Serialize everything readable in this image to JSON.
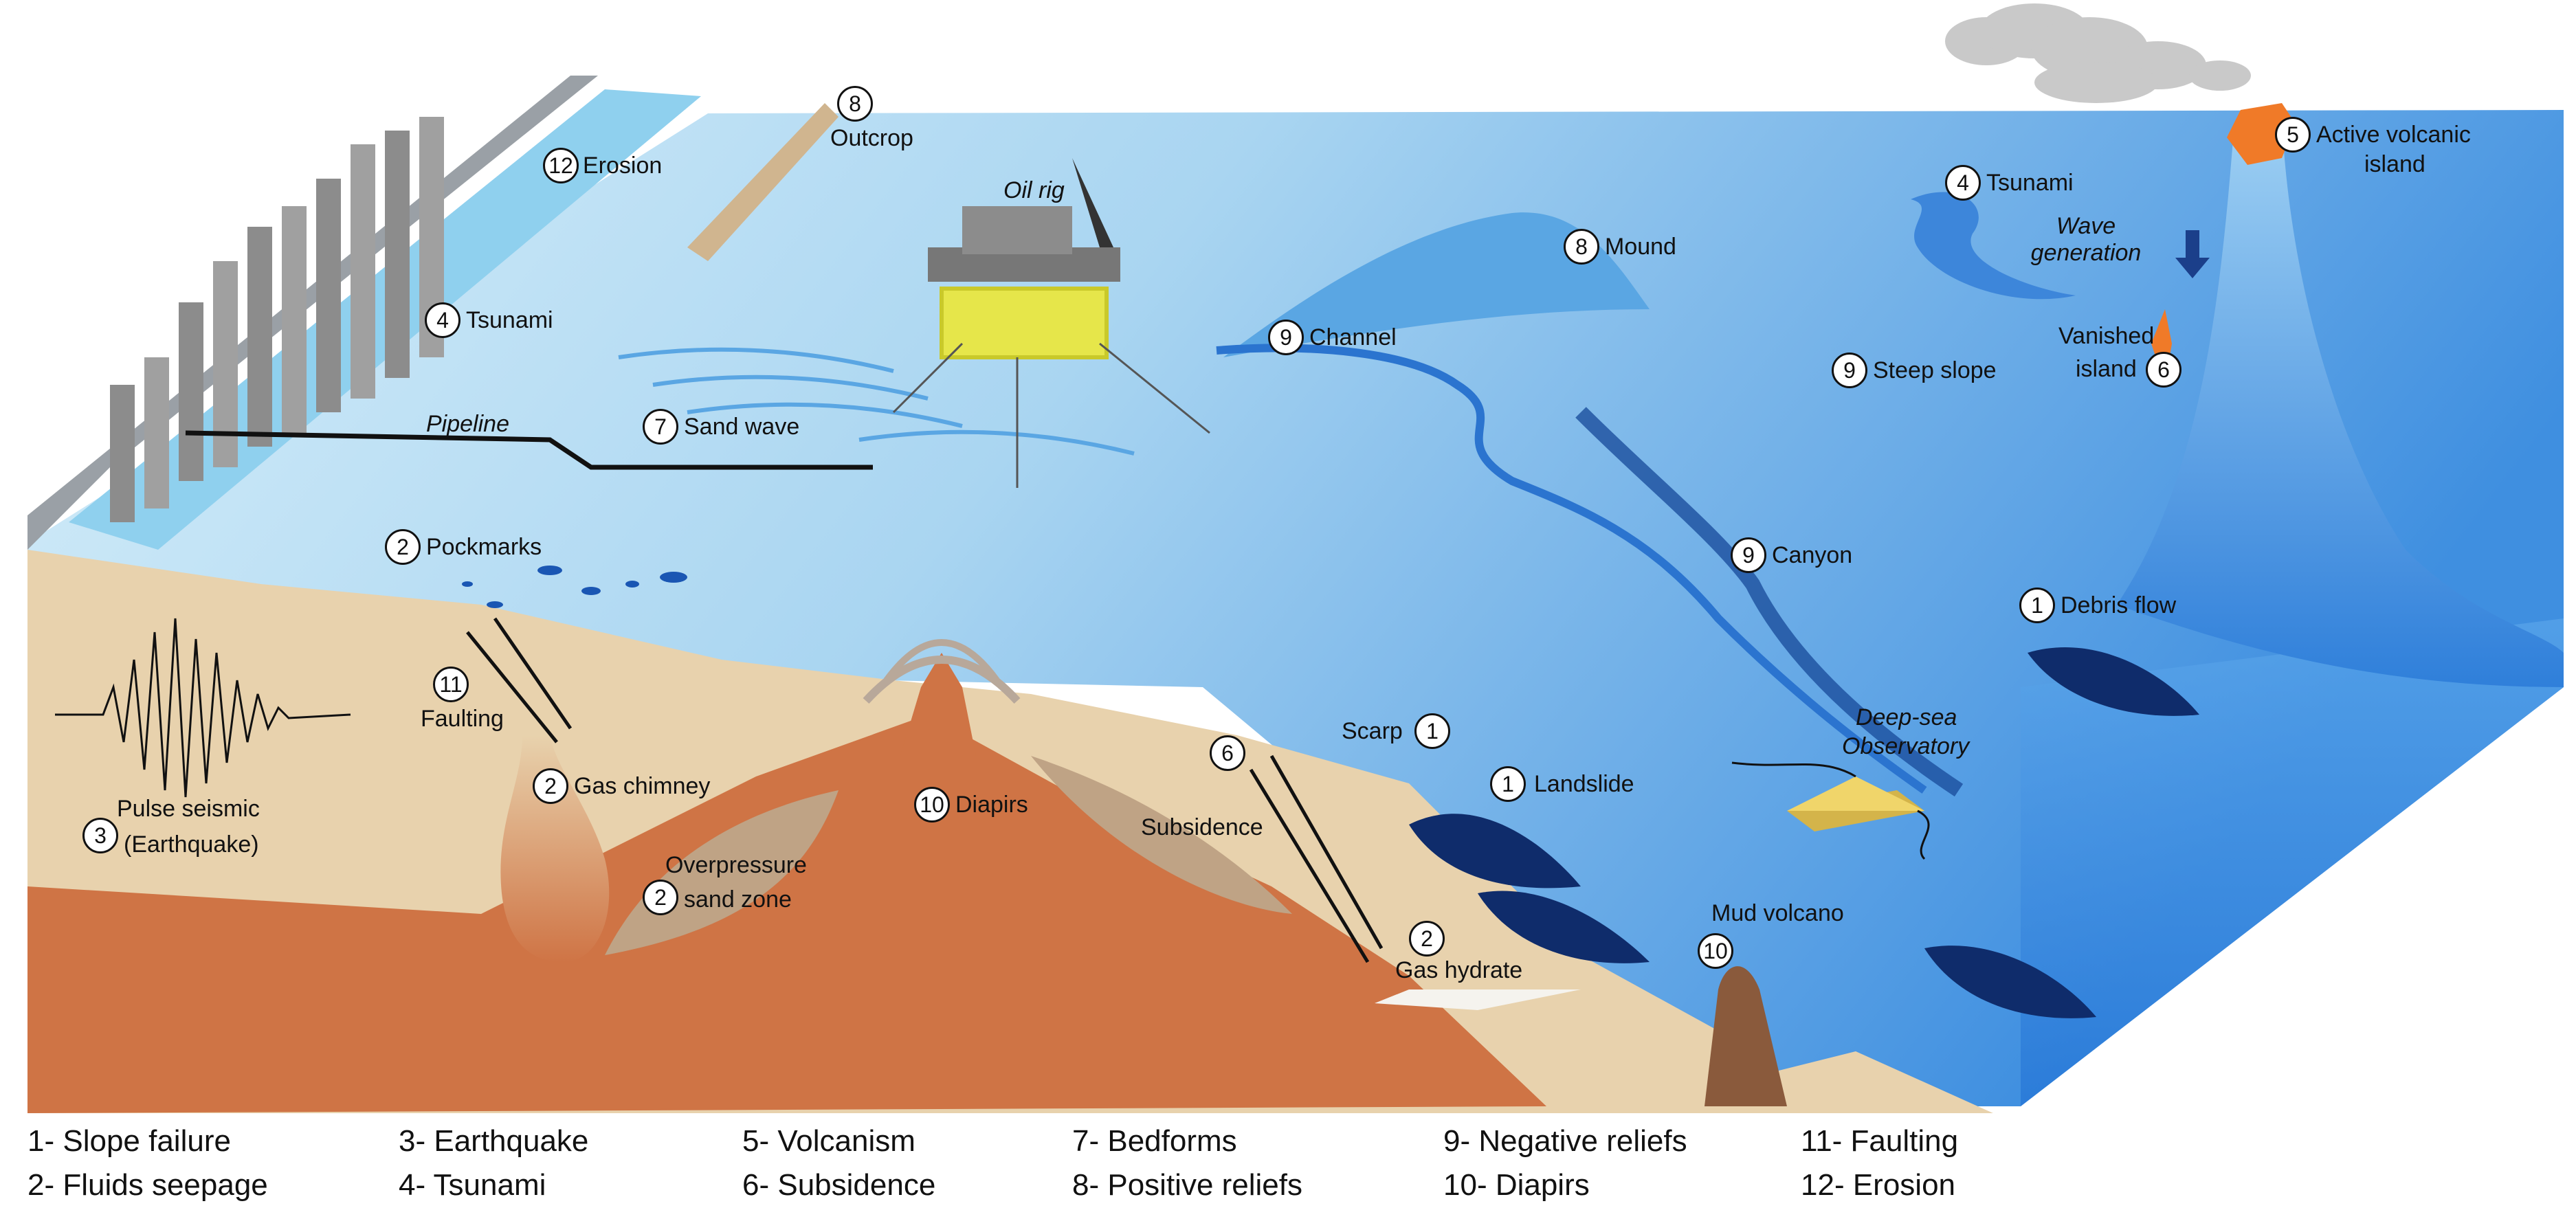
{
  "diagram": {
    "labels": {
      "outcrop": {
        "number": "8",
        "text": "Outcrop"
      },
      "erosion": {
        "number": "12",
        "text": "Erosion"
      },
      "tsunami_coast": {
        "number": "4",
        "text": "Tsunami"
      },
      "oil_rig": {
        "text": "Oil rig"
      },
      "pipeline": {
        "text": "Pipeline"
      },
      "sand_wave": {
        "number": "7",
        "text": "Sand wave"
      },
      "mound": {
        "number": "8",
        "text": "Mound"
      },
      "channel": {
        "number": "9",
        "text": "Channel"
      },
      "tsunami_sea": {
        "number": "4",
        "text": "Tsunami"
      },
      "wave_generation": {
        "text": "Wave generation"
      },
      "active_volcanic_island": {
        "number": "5",
        "text_line1": "Active volcanic",
        "text_line2": "island"
      },
      "vanished_island": {
        "number": "6",
        "text_line1": "Vanished",
        "text_line2": "island"
      },
      "steep_slope": {
        "number": "9",
        "text": "Steep slope"
      },
      "canyon": {
        "number": "9",
        "text": "Canyon"
      },
      "debris_flow": {
        "number": "1",
        "text": "Debris flow"
      },
      "pockmarks": {
        "number": "2",
        "text": "Pockmarks"
      },
      "faulting": {
        "number": "11",
        "text": "Faulting"
      },
      "pulse_seismic": {
        "number": "3",
        "text_line1": "Pulse seismic",
        "text_line2": "(Earthquake)"
      },
      "gas_chimney": {
        "number": "2",
        "text": "Gas chimney"
      },
      "overpressure": {
        "number": "2",
        "text_line1": "Overpressure",
        "text_line2": "sand zone"
      },
      "diapirs": {
        "number": "10",
        "text": "Diapirs"
      },
      "subsidence": {
        "number": "6",
        "text": "Subsidence"
      },
      "scarp": {
        "number": "1",
        "text": "Scarp"
      },
      "landslide": {
        "number": "1",
        "text": "Landslide"
      },
      "observatory": {
        "text_line1": "Deep-sea",
        "text_line2": "Observatory"
      },
      "gas_hydrate": {
        "number": "2",
        "text": "Gas hydrate"
      },
      "mud_volcano": {
        "number": "10",
        "text": "Mud volcano"
      }
    },
    "legend": [
      "1- Slope failure",
      "2- Fluids seepage",
      "3- Earthquake",
      "4- Tsunami",
      "5- Volcanism",
      "6- Subsidence",
      "7- Bedforms",
      "8- Positive reliefs",
      "9- Negative reliefs",
      "10- Diapirs",
      "11- Faulting",
      "12- Erosion"
    ],
    "colors": {
      "sea_surface": "#bfe3f5",
      "deep_sea": "#3a8fe0",
      "sediment": "#e8d2ad",
      "mantle": "#cf7445",
      "dark_feature": "#0f2c6b",
      "volcano_top": "#f07a28"
    }
  }
}
